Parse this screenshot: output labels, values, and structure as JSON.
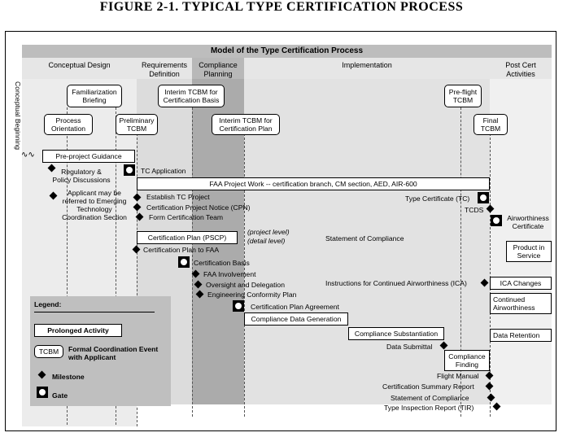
{
  "figure_title": "FIGURE 2-1. TYPICAL TYPE CERTIFICATION PROCESS",
  "model_title": "Model of the Type Certification Process",
  "phases": [
    "Conceptual Design",
    "Requirements Definition",
    "Compliance Planning",
    "Implementation",
    "Post Cert Activities"
  ],
  "conceptual_beginning": "Conceptual Beginning",
  "tcbm_events": {
    "familiarization": "Familiarization Briefing",
    "process_orientation": "Process Orientation",
    "preliminary": "Preliminary TCBM",
    "interim_basis": "Interim TCBM for Certification Basis",
    "interim_plan": "Interim TCBM for Certification Plan",
    "preflight": "Pre-flight TCBM",
    "final": "Final TCBM"
  },
  "activities": {
    "pre_project": "Pre-project Guidance",
    "faa_project_work": "FAA Project Work -- certification branch, CM section, AED, AIR-600",
    "cert_plan": "Certification Plan (PSCP)",
    "compliance_data": "Compliance Data Generation",
    "compliance_subst": "Compliance Substantiation",
    "compliance_finding": "Compliance Finding",
    "product_service": "Product in Service",
    "ica_changes": "ICA Changes",
    "continued_airworthiness": "Continued Airworthiness",
    "data_retention": "Data Retention"
  },
  "milestones": {
    "regulatory": "Regulatory & Policy Discussions",
    "applicant_referred": "Applicant may be referred to Emerging Technology Coordination Section",
    "tc_application": "TC Application",
    "establish_tc": "Establish TC Project",
    "cpn": "Certification Project Notice (CPN)",
    "form_team": "Form Certification Team",
    "project_level": "(project level)",
    "detail_level": "(detail level)",
    "statement_compliance": "Statement of Compliance",
    "plan_to_faa": "Certification Plan to FAA",
    "cert_basis": "Certification Basis",
    "faa_involvement": "FAA Involvement",
    "oversight": "Oversight and Delegation",
    "conformity": "Engineering Conformity Plan",
    "plan_agreement": "Certification Plan Agreement",
    "ica": "Instructions for Continued Airworthiness (ICA)",
    "data_submittal": "Data Submittal",
    "type_certificate": "Type Certificate (TC)",
    "tcds": "TCDS",
    "airworthiness_cert": "Airworthiness Certificate",
    "flight_manual": "Flight Manual",
    "cert_summary": "Certification Summary Report",
    "statement_compliance2": "Statement of Compliance",
    "tir": "Type Inspection Report (TIR)"
  },
  "legend": {
    "title": "Legend:",
    "prolonged": "Prolonged Activity",
    "tcbm_sample": "TCBM",
    "tcbm_desc": "Formal Coordination Event with Applicant",
    "milestone": "Milestone",
    "gate": "Gate"
  },
  "colors": {
    "title_bar": "#bdbdbd",
    "band_light": "#e9e9e9",
    "band_mid": "#d7d7d7",
    "band_dark": "#a9a9a9",
    "legend_bg": "#bfbfbf"
  }
}
